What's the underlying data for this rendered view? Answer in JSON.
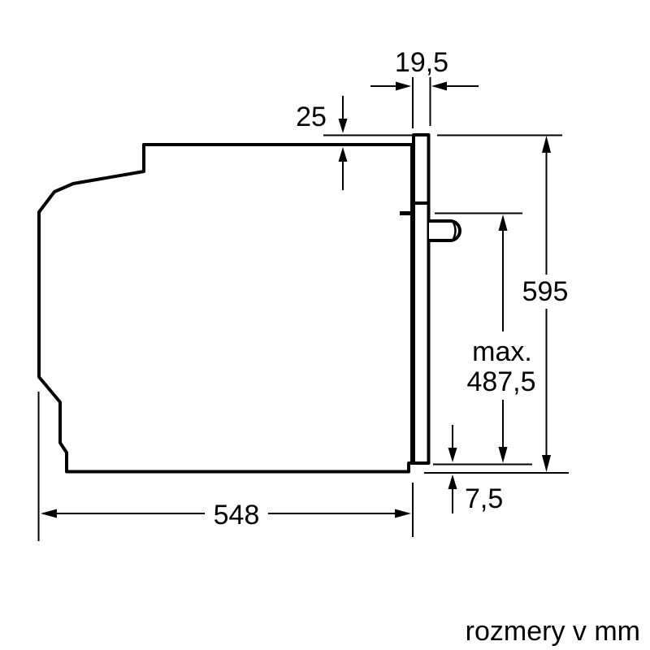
{
  "figure": {
    "type": "technical-dimension-drawing",
    "subject": "built-in oven side view",
    "units_note": "rozmery v mm",
    "colors": {
      "line": "#000000",
      "background": "#ffffff",
      "text": "#000000"
    },
    "dimensions": {
      "door_thickness": {
        "label": "19,5"
      },
      "top_overhang": {
        "label": "25"
      },
      "total_height": {
        "label": "595"
      },
      "door_max_height": {
        "label_prefix": "max.",
        "label": "487,5"
      },
      "bottom_gap": {
        "label": "7,5"
      },
      "body_depth": {
        "label": "548"
      }
    }
  }
}
